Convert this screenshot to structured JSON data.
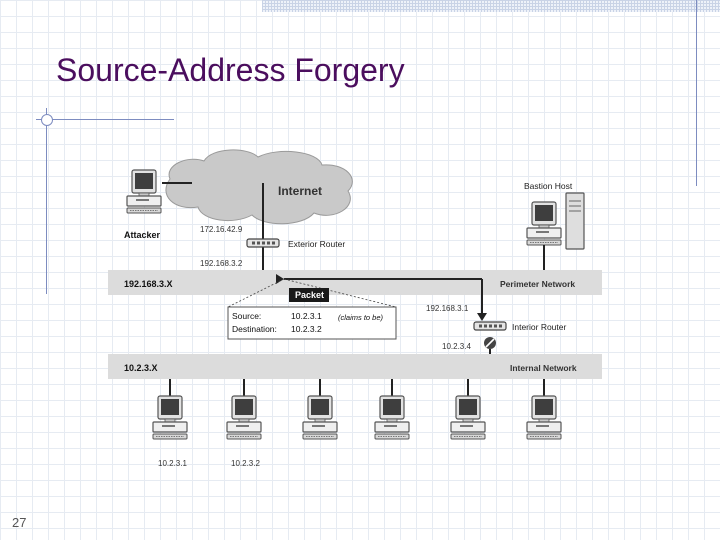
{
  "slide": {
    "title": "Source-Address Forgery",
    "number": "27"
  },
  "diagram": {
    "cloud_label": "Internet",
    "attacker": {
      "label": "Attacker",
      "ip": "172.16.42.9"
    },
    "exterior_router": {
      "label": "Exterior Router",
      "ip": "192.168.3.2"
    },
    "bastion_host": {
      "label": "Bastion Host"
    },
    "perimeter_network": {
      "label": "Perimeter Network",
      "subnet": "192.168.3.X"
    },
    "packet": {
      "title": "Packet",
      "source_label": "Source:",
      "source_value": "10.2.3.1",
      "claim_note": "(claims to be)",
      "destination_label": "Destination:",
      "destination_value": "10.2.3.2"
    },
    "interior_router": {
      "label": "Interior Router",
      "ip_top": "192.168.3.1",
      "ip_bottom": "10.2.3.4"
    },
    "internal_network": {
      "label": "Internal Network",
      "subnet": "10.2.3.X"
    },
    "hosts": [
      {
        "ip": "10.2.3.1"
      },
      {
        "ip": "10.2.3.2"
      },
      {
        "ip": ""
      },
      {
        "ip": ""
      },
      {
        "ip": ""
      },
      {
        "ip": ""
      }
    ]
  }
}
